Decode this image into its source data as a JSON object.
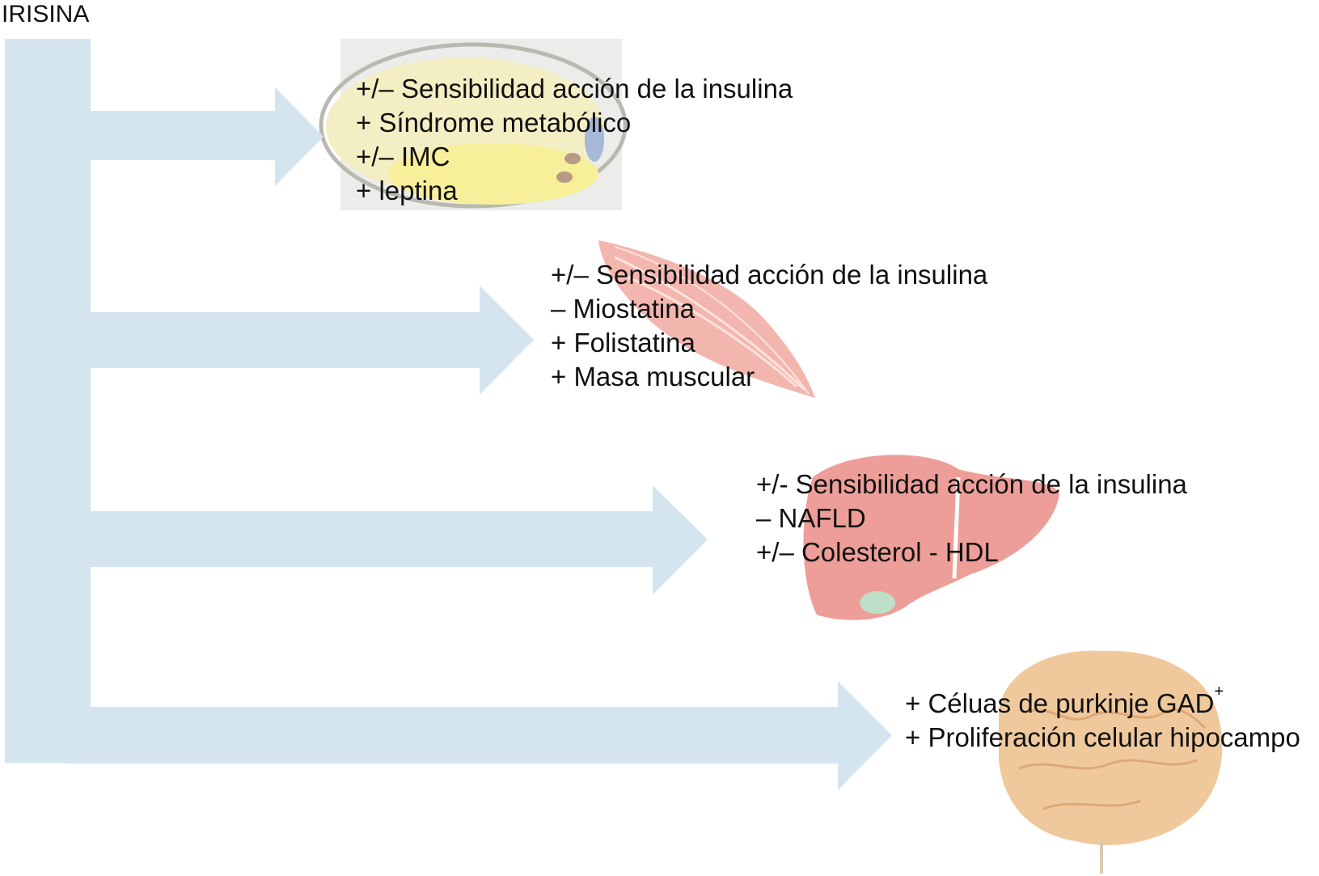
{
  "title": "IRISINA",
  "colors": {
    "arrow": "#d4e5ef",
    "fat_bg": "#ececea",
    "fat_cell": "#f4eec5",
    "fat_inner": "#f7ef9a",
    "muscle": "#f3b6ae",
    "liver": "#ee9e98",
    "brain": "#efc99c"
  },
  "targets": [
    {
      "organ_icon": "fat-tissue-icon",
      "items": [
        "+/– Sensibilidad acción de la insulina",
        "+ Síndrome metabólico",
        "+/– IMC",
        "+ leptina"
      ]
    },
    {
      "organ_icon": "muscle-icon",
      "items": [
        "+/– Sensibilidad acción de la insulina",
        "– Miostatina",
        "+ Folistatina",
        "+ Masa muscular"
      ]
    },
    {
      "organ_icon": "liver-icon",
      "items": [
        "+/- Sensibilidad acción de la insulina",
        "– NAFLD",
        "+/– Colesterol - HDL"
      ]
    },
    {
      "organ_icon": "brain-icon",
      "items": [
        "+ Céluas de purkinje GAD",
        "+ Proliferación celular hipocampo"
      ],
      "superscript": "+"
    }
  ]
}
